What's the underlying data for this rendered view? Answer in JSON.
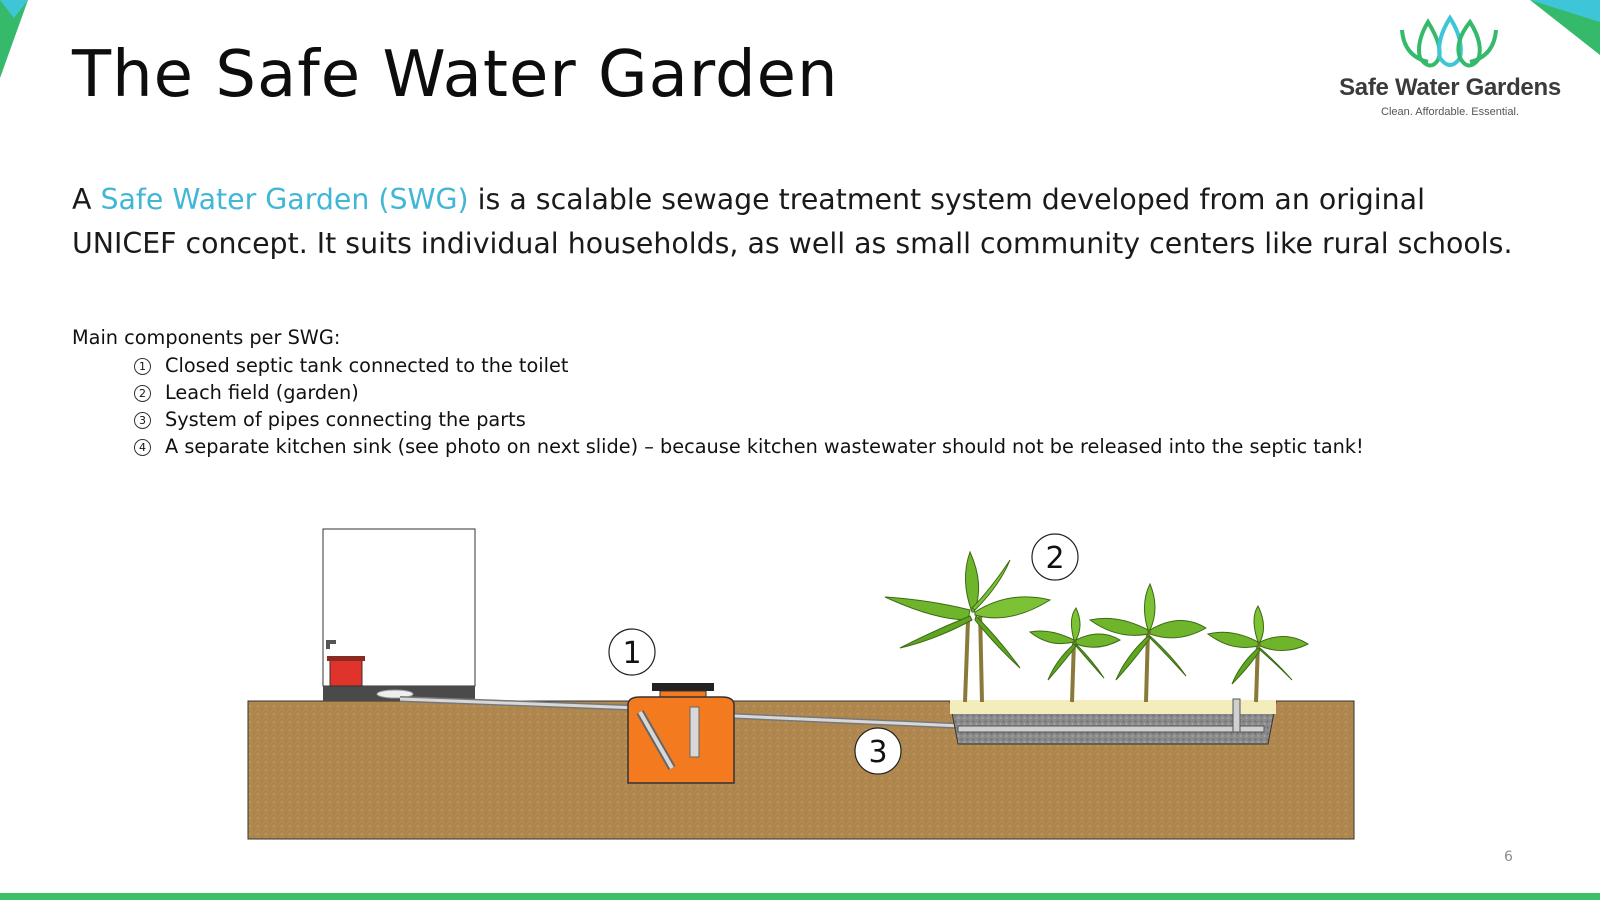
{
  "slide": {
    "title": "The Safe Water Garden",
    "page_number": "6"
  },
  "logo": {
    "brand": "Safe Water Gardens",
    "tagline": "Clean. Affordable. Essential."
  },
  "intro": {
    "prefix": "A ",
    "highlight": "Safe Water Garden (SWG)",
    "rest": " is a scalable sewage treatment system developed from an original UNICEF concept. It suits individual households, as well as small community centers like rural schools."
  },
  "components": {
    "heading": "Main components per SWG:",
    "items": [
      {
        "marker": "1",
        "text": "Closed septic tank connected to the toilet"
      },
      {
        "marker": "2",
        "text": "Leach field (garden)"
      },
      {
        "marker": "3",
        "text": "System of pipes connecting the parts"
      },
      {
        "marker": "4",
        "text": "A separate kitchen sink (see photo on next slide) – because kitchen wastewater should not be released into the septic tank!"
      }
    ]
  },
  "diagram": {
    "labels": {
      "tank": "1",
      "garden": "2",
      "pipes": "3"
    }
  },
  "colors": {
    "highlight": "#41b6d6",
    "soil": "#b0884f",
    "tank": "#f47a20",
    "leaf": "#6fb52c",
    "gravel": "#8c8c8c",
    "accent_green": "#3fbf6a",
    "accent_blue": "#3ec6d8"
  }
}
